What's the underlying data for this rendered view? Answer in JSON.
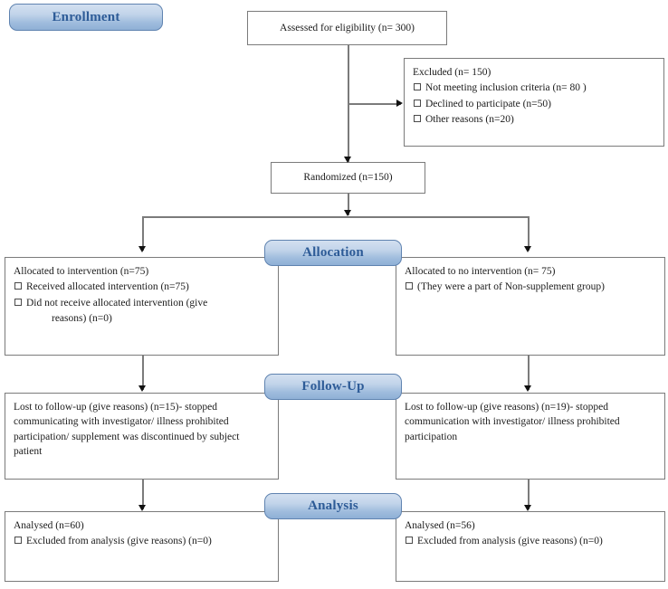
{
  "diagram": {
    "title": "CONSORT participant flow diagram",
    "accent_color": "#2d5b97",
    "pill_fill": "#c2d4ea",
    "line_color": "#7b7b7b"
  },
  "stages": {
    "enrollment": "Enrollment",
    "allocation": "Allocation",
    "followup": "Follow-Up",
    "analysis": "Analysis"
  },
  "enrollment": {
    "assessed": "Assessed for eligibility (n= 300)",
    "excluded_title": "Excluded (n= 150)",
    "excluded_reasons": [
      "Not meeting inclusion criteria (n= 80 )",
      "Declined to participate (n=50)",
      "Other reasons (n=20)"
    ],
    "randomized": "Randomized (n=150)"
  },
  "allocation": {
    "left_title": "Allocated to intervention (n=75)",
    "left_items": [
      "Received allocated intervention (n=75)",
      "Did not receive allocated intervention (give"
    ],
    "left_item2_cont": "reasons) (n=0)",
    "right_title": "Allocated to no intervention (n= 75)",
    "right_items": [
      "(They were a part of Non-supplement group)"
    ]
  },
  "followup": {
    "left_text": "Lost to follow-up (give reasons) (n=15)- stopped communicating with investigator/ illness prohibited participation/ supplement was discontinued by subject patient",
    "right_text": "Lost to follow-up (give reasons) (n=19)- stopped communication with investigator/ illness prohibited participation"
  },
  "analysis": {
    "left_title": "Analysed (n=60)",
    "left_items": [
      "Excluded from analysis (give reasons) (n=0)"
    ],
    "right_title": "Analysed (n=56)",
    "right_items": [
      "Excluded from analysis (give reasons) (n=0)"
    ]
  }
}
